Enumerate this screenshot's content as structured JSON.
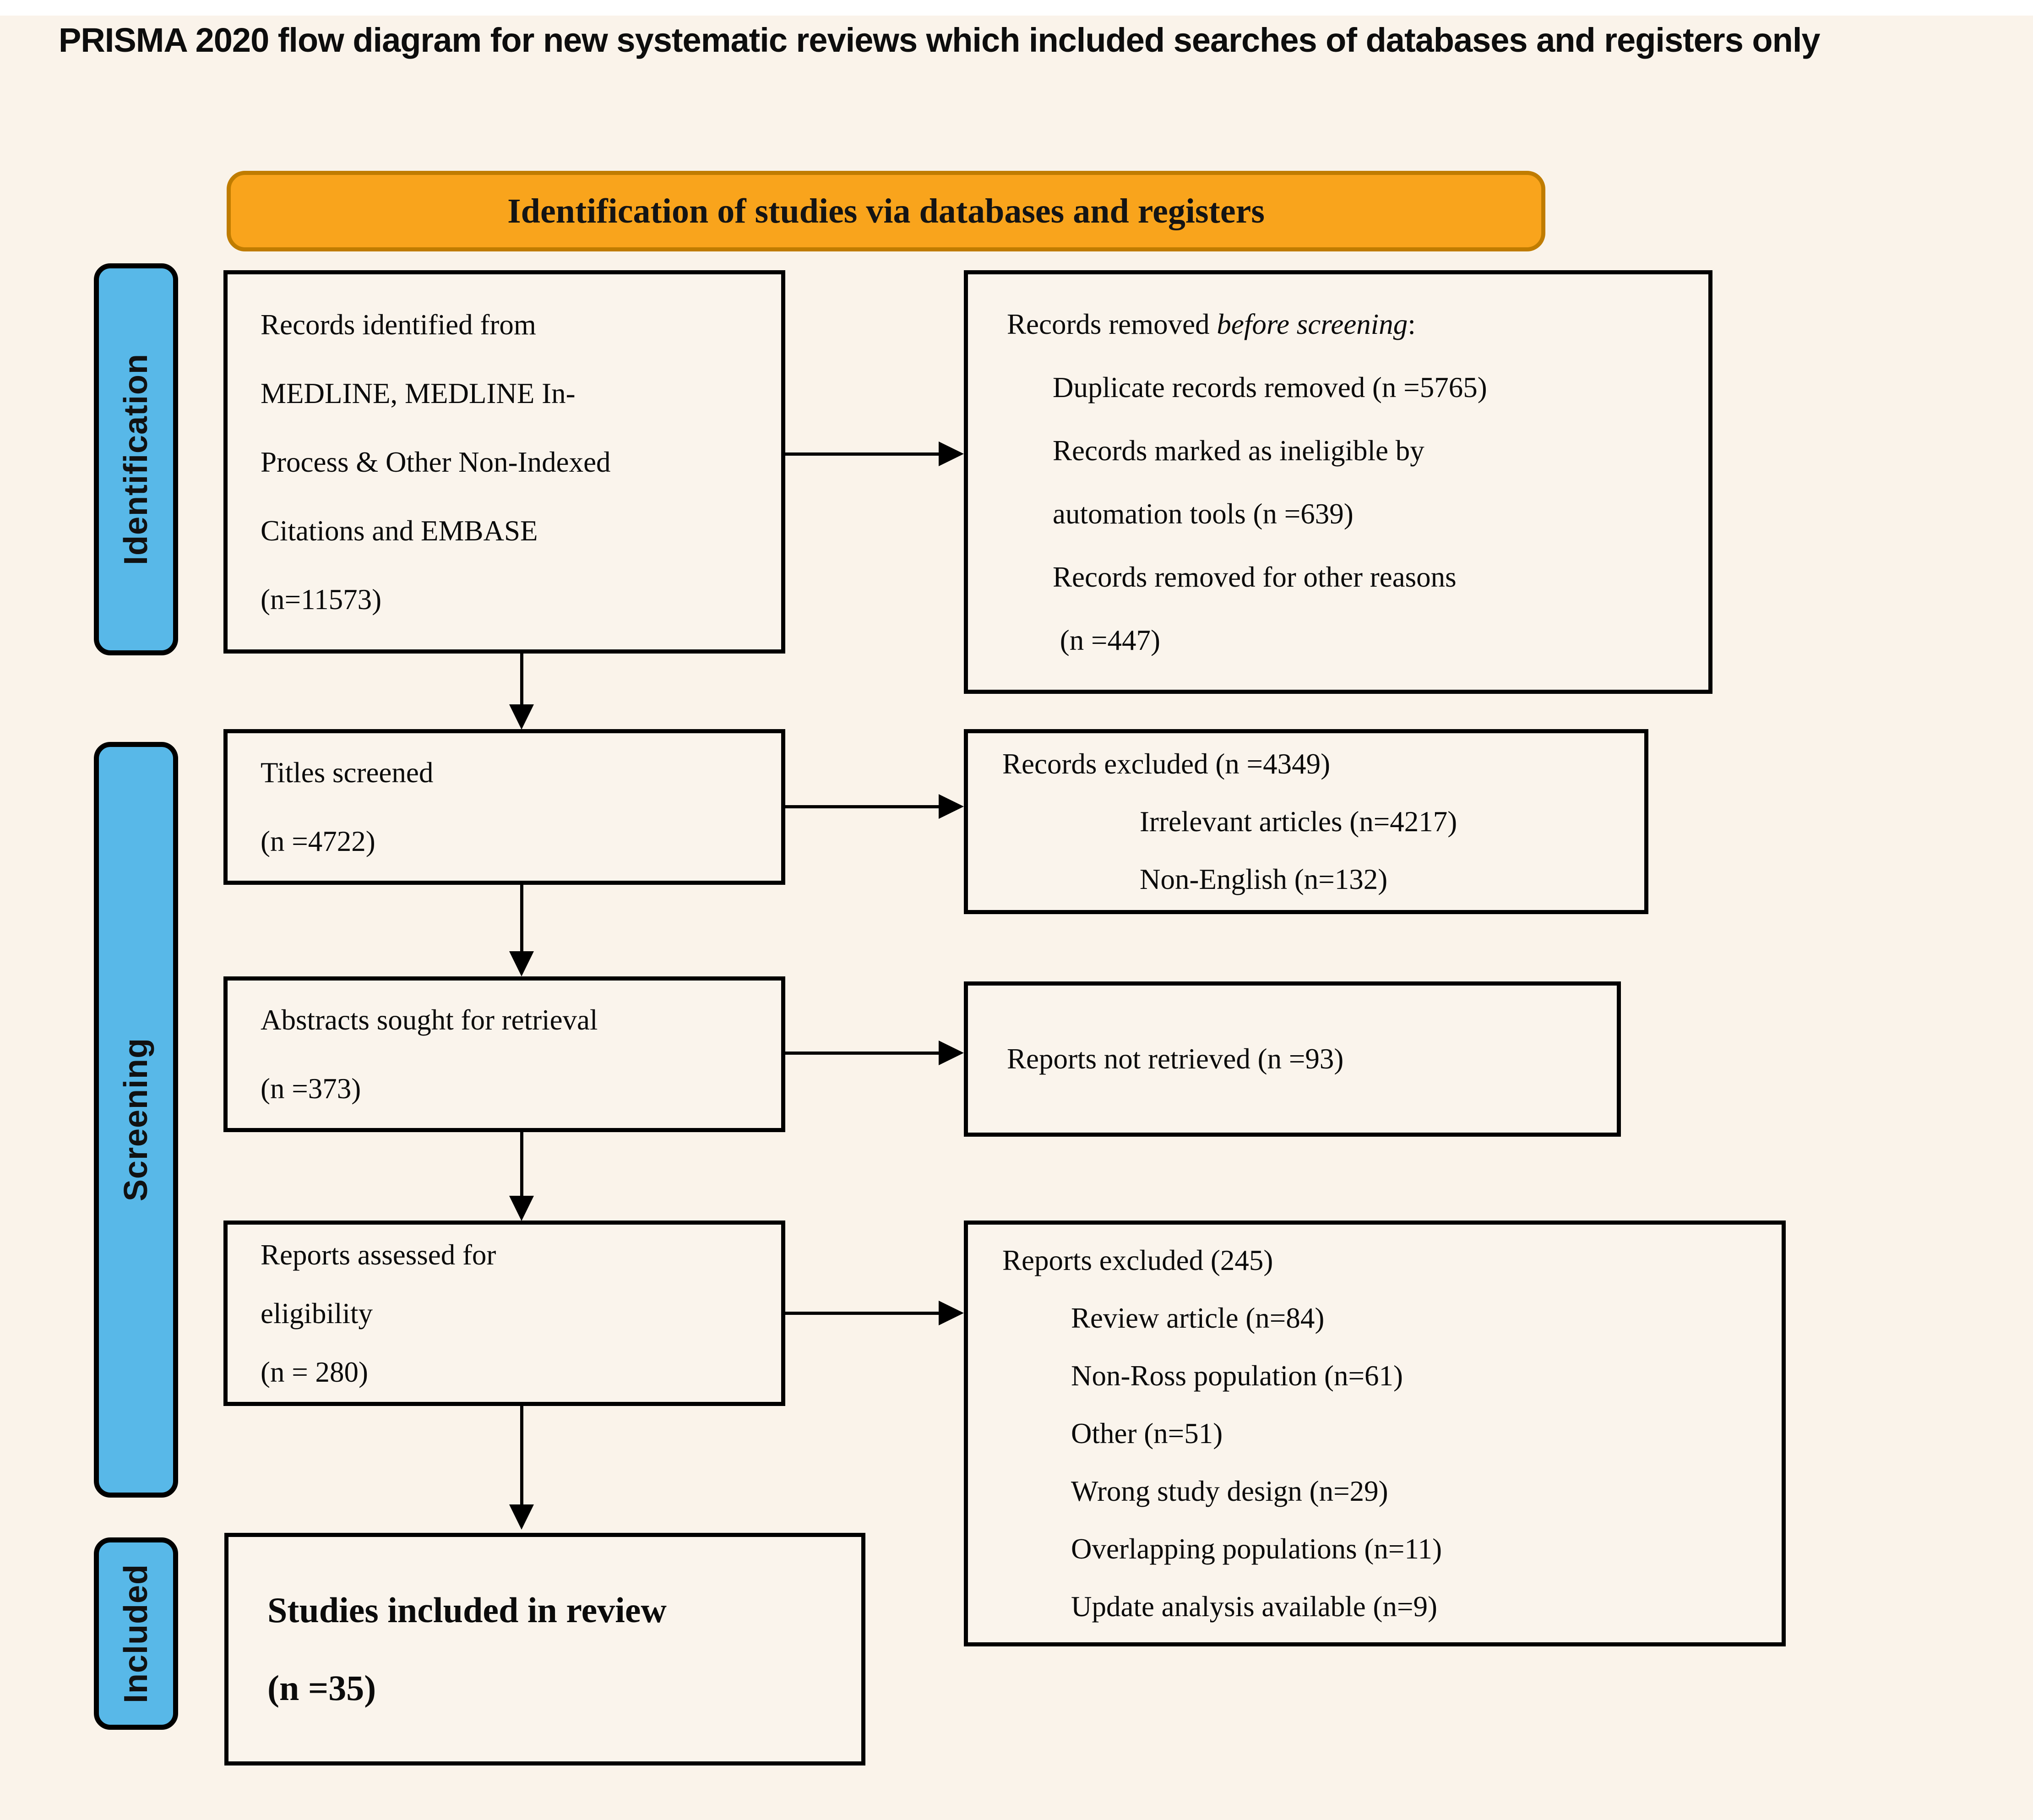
{
  "title": "PRISMA 2020 flow diagram for new systematic reviews which included searches of databases and registers only",
  "banner": {
    "label": "Identification of studies via databases and registers"
  },
  "stages": {
    "identification": "Identification",
    "screening": "Screening",
    "included": "Included"
  },
  "boxes": {
    "records_identified": {
      "text": "Records identified from\nMEDLINE, MEDLINE In-\nProcess & Other Non-Indexed\nCitations and EMBASE\n(n=11573)"
    },
    "records_removed": {
      "heading_prefix": "Records removed ",
      "heading_italic": "before screening",
      "heading_suffix": ":",
      "items": "Duplicate records removed (n =5765)\nRecords marked as ineligible by\nautomation tools (n =639)\nRecords removed for other reasons\n (n =447)"
    },
    "titles_screened": {
      "text": "Titles screened\n(n =4722)"
    },
    "records_excluded": {
      "heading": "Records excluded (n =4349)",
      "items": "Irrelevant articles (n=4217)\nNon-English (n=132)"
    },
    "abstracts_sought": {
      "text": "Abstracts sought for retrieval\n(n =373)"
    },
    "reports_not_retrieved": {
      "text": "Reports not retrieved (n =93)"
    },
    "reports_assessed": {
      "text": "Reports assessed for\neligibility\n(n = 280)"
    },
    "reports_excluded": {
      "heading": "Reports excluded (245)",
      "items": "Review article (n=84)\nNon-Ross population (n=61)\nOther (n=51)\nWrong study design (n=29)\nOverlapping populations (n=11)\nUpdate analysis available (n=9)"
    },
    "studies_included": {
      "text": "Studies included in review\n(n =35)"
    }
  },
  "colors": {
    "background": "#FAF3EA",
    "banner_fill": "#F9A41C",
    "banner_border": "#C07C00",
    "stage_fill": "#58B8E8",
    "box_border": "#000000",
    "box_fill": "#FAF4EC"
  }
}
